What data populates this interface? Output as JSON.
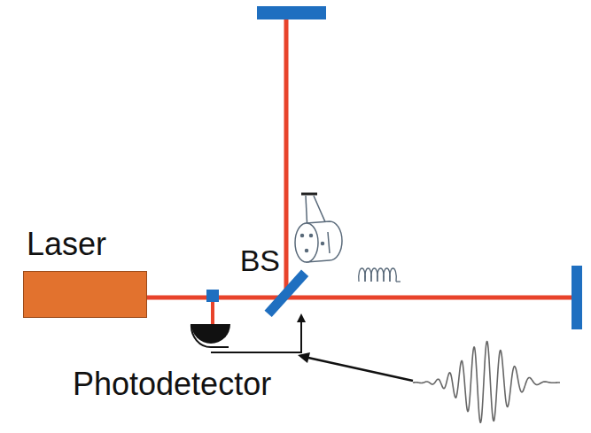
{
  "diagram": {
    "nodes": [
      {
        "text": [
          "Laser"
        ]
      }
    ],
    "labels": [
      "BS",
      "Photodetector"
    ]
  }
}
